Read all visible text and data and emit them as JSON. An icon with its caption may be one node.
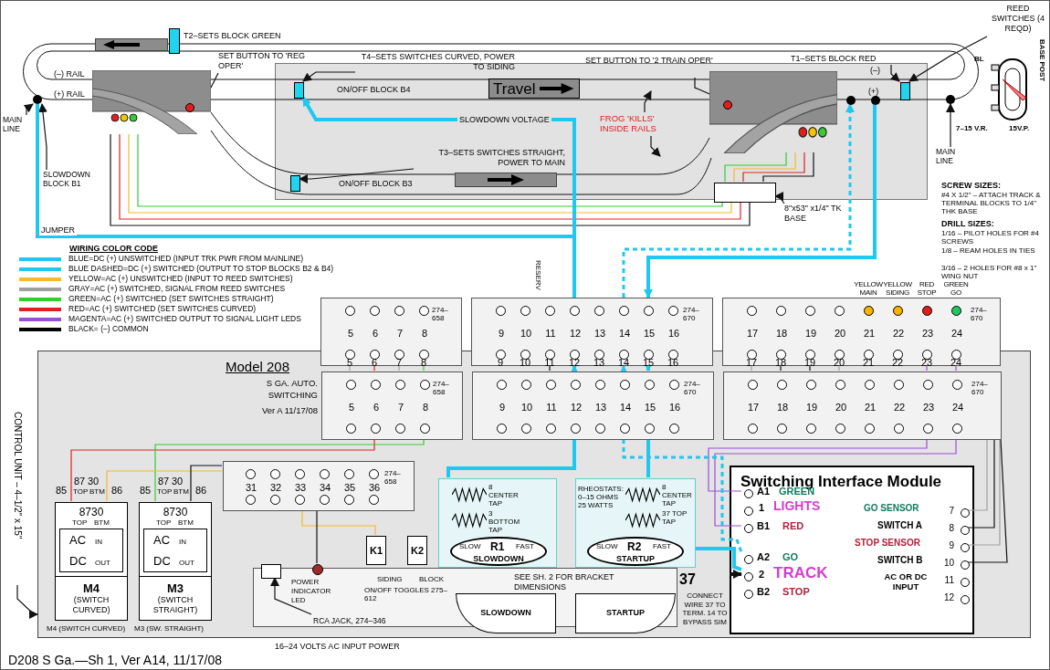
{
  "diagram": {
    "nodes": [
      {
        "text": [],
        "shape": "box"
      },
      {
        "text": [],
        "shape": "box",
        "beside": [
          "T2–SETS BLOCK GREEN"
        ]
      },
      {
        "text": [],
        "shape": "box",
        "in": 0
      },
      {
        "text": [],
        "shape": "box",
        "in": 0
      },
      {
        "text": [],
        "shape": "box",
        "in": 0
      },
      {
        "text": [
          "T4–SETS SWITCHES CURVED, POWER TO SIDING"
        ]
      },
      {
        "text": [
          "T3–SETS SWITCHES STRAIGHT, POWER TO MAIN"
        ],
        "in": 0
      },
      {
        "text": [
          "T1–SETS BLOCK RED"
        ]
      },
      {
        "text": [
          "REED SWITCHES (4 REQD)"
        ]
      },
      {
        "text": [],
        "shape": "picture"
      },
      {
        "text": [],
        "shape": "circle",
        "in": 9
      },
      {
        "text": [
          "SET BUTTON TO 'REG OPER'"
        ]
      },
      {
        "text": [],
        "shape": "picture",
        "in": 0
      },
      {
        "text": [],
        "shape": "circle",
        "in": 12
      },
      {
        "text": [
          "SET BUTTON TO '2 TRAIN OPER'"
        ]
      },
      {
        "text": [
          "FROG 'KILLS' INSIDE RAILS"
        ],
        "in": 0
      },
      {
        "text": [
          "MAIN LINE"
        ]
      },
      {
        "text": [
          "MAIN LINE"
        ]
      },
      {
        "text": [
          "SLOWDOWN BLOCK B1"
        ]
      },
      {
        "text": [
          "BASE POST"
        ],
        "beside": [
          "BL",
          "7–15 V.R.",
          "15V.P."
        ]
      },
      {
        "text": [],
        "shape": "box",
        "in": 0
      },
      {
        "text": [
          "8\"x53\" x1/4\" TK BASE"
        ]
      },
      {
        "text": [
          "Travel"
        ],
        "in": 0
      },
      {
        "text": [
          "5",
          "6",
          "7",
          "8",
          "274–658"
        ]
      },
      {
        "text": [
          "9",
          "10",
          "11",
          "12",
          "13",
          "14",
          "15",
          "16",
          "274–670"
        ]
      },
      {
        "text": [
          "17",
          "18",
          "19",
          "20",
          "21",
          "22",
          "23",
          "24",
          "274–670"
        ],
        "beside": [
          "YELLOW MAIN",
          "YELLOW SIDING",
          "RED STOP",
          "GREEN GO"
        ]
      },
      {
        "text": [
          "Model 208",
          "S GA. AUTO. SWITCHING",
          "Ver A 11/17/08"
        ]
      },
      {
        "text": [
          "CONTROL UNIT – 4–1/2\" x 15\""
        ]
      },
      {
        "text": [
          "5",
          "6",
          "7",
          "8",
          "274–658"
        ],
        "in": 26
      },
      {
        "text": [
          "9",
          "10",
          "11",
          "12",
          "13",
          "14",
          "15",
          "16",
          "274–670"
        ],
        "in": 26
      },
      {
        "text": [
          "17",
          "18",
          "19",
          "20",
          "21",
          "22",
          "23",
          "24",
          "274–670"
        ],
        "in": 26
      },
      {
        "text": [
          "31",
          "32",
          "33",
          "34",
          "35",
          "36",
          "274–658"
        ],
        "in": 26
      },
      {
        "text": [
          "8730",
          "TOP",
          "BTM",
          "AC",
          "IN",
          "DC",
          "OUT",
          "M4",
          "(SWITCH CURVED)"
        ],
        "in": 26,
        "beside": [
          "M4 (SWITCH CURVED)"
        ]
      },
      {
        "text": [
          "8730",
          "TOP",
          "BTM",
          "AC",
          "IN",
          "DC",
          "OUT",
          "M3",
          "(SWITCH STRAIGHT)"
        ],
        "in": 26,
        "beside": [
          "M3 (SW. STRAIGHT)"
        ]
      },
      {
        "text": [
          "SEE SH. 2 FOR BRACKET DIMENSIONS"
        ],
        "in": 26
      },
      {
        "text": [
          "K1"
        ],
        "in": 26
      },
      {
        "text": [
          "K2"
        ],
        "in": 26
      },
      {
        "text": [],
        "shape": "circle",
        "in": 26
      },
      {
        "text": [],
        "shape": "box",
        "in": 26
      },
      {
        "text": [
          "RCA JACK, 274–346"
        ],
        "in": 34
      },
      {
        "text": [
          "8 CENTER TAP",
          "3 BOTTOM TAP",
          "SLOW",
          "R1",
          "FAST",
          "SLOWDOWN"
        ],
        "in": 26
      },
      {
        "text": [
          "8 CENTER TAP",
          "37 TOP TAP",
          "SLOW",
          "R2",
          "FAST",
          "STARTUP",
          "RHEOSTATS: 0–15 OHMS 25 WATTS"
        ],
        "in": 26
      },
      {
        "text": [
          "SLOWDOWN"
        ],
        "in": 26
      },
      {
        "text": [
          "STARTUP"
        ],
        "in": 26
      },
      {
        "text": [
          "37",
          "CONNECT WIRE 37 TO TERM. 14 TO BYPASS SIM"
        ],
        "in": 26
      },
      {
        "text": [
          "Switching Interface Module"
        ],
        "in": 26
      },
      {
        "text": [],
        "shape": "circle",
        "in": 45
      },
      {
        "text": [],
        "shape": "circle",
        "in": 45
      },
      {
        "text": [],
        "shape": "circle",
        "in": 45
      },
      {
        "text": [],
        "shape": "circle",
        "in": 45
      },
      {
        "text": [],
        "shape": "circle",
        "in": 45
      },
      {
        "text": [],
        "shape": "circle",
        "in": 45
      },
      {
        "text": [],
        "shape": "circle",
        "in": 45
      },
      {
        "text": [],
        "shape": "circle",
        "in": 45
      },
      {
        "text": [],
        "shape": "circle",
        "in": 45
      },
      {
        "text": [],
        "shape": "circle",
        "in": 45
      },
      {
        "text": [],
        "shape": "circle",
        "in": 45
      },
      {
        "text": [],
        "shape": "circle",
        "in": 45
      },
      {
        "text": [],
        "shape": "circle"
      },
      {
        "text": [],
        "shape": "circle",
        "in": 0
      },
      {
        "text": [],
        "shape": "circle",
        "in": 0
      },
      {
        "text": [],
        "shape": "circle"
      }
    ],
    "edges": [
      {
        "from": 5,
        "to": 2,
        "arrow": "to"
      },
      {
        "from": 6,
        "to": 3,
        "arrow": "to"
      },
      {
        "from": 7,
        "to": 4,
        "arrow": "to"
      },
      {
        "from": 8,
        "to": 4,
        "arrow": "to"
      },
      {
        "from": 11,
        "to": 10,
        "arrow": "to"
      },
      {
        "from": 14,
        "to": 13,
        "arrow": "to"
      },
      {
        "from": 15,
        "to": null,
        "arrow": "to"
      },
      {
        "from": 15,
        "to": null,
        "arrow": "to"
      },
      {
        "from": 16,
        "to": 58,
        "arrow": "to"
      },
      {
        "from": 17,
        "to": 61,
        "arrow": "to"
      },
      {
        "from": 18,
        "to": 58,
        "arrow": "to"
      },
      {
        "from": 21,
        "to": 20,
        "arrow": "to"
      },
      {
        "from": 27,
        "to": 26,
        "arrow": "to"
      },
      {
        "from": 39,
        "to": 38,
        "arrow": "to"
      },
      {
        "from": 9,
        "to": 20,
        "arrow": "none",
        "color": "#33cc33"
      },
      {
        "from": 9,
        "to": 20,
        "arrow": "none",
        "color": "#f5b82e"
      },
      {
        "from": 9,
        "to": 20,
        "arrow": "none",
        "color": "#e02020"
      },
      {
        "from": 9,
        "to": 20,
        "arrow": "none"
      },
      {
        "from": 12,
        "to": 20,
        "arrow": "none",
        "color": "#33cc33"
      },
      {
        "from": 12,
        "to": 20,
        "arrow": "none",
        "color": "#f5b82e"
      },
      {
        "from": 12,
        "to": 20,
        "arrow": "none",
        "color": "#e02020"
      },
      {
        "from": 12,
        "to": 20,
        "arrow": "none"
      },
      {
        "from": 23,
        "to": 28,
        "arrow": "none",
        "color": "#a0a0a0"
      },
      {
        "from": 23,
        "to": 28,
        "arrow": "none",
        "color": "#e02020"
      },
      {
        "from": 23,
        "to": 28,
        "arrow": "none",
        "color": "#a0a0a0"
      },
      {
        "from": 23,
        "to": 28,
        "arrow": "none",
        "color": "#33cc33"
      },
      {
        "from": 29,
        "to": 24,
        "arrow": "to",
        "style": "thick",
        "color": "#1ec8f0"
      },
      {
        "from": 29,
        "to": 24,
        "arrow": "to",
        "style": "dashed",
        "color": "#1ec8f0"
      },
      {
        "from": 24,
        "to": 29,
        "arrow": "to",
        "style": "thick",
        "color": "#1ec8f0"
      },
      {
        "from": 24,
        "to": 29,
        "arrow": "none"
      },
      {
        "from": 25,
        "to": 30,
        "arrow": "none",
        "color": "#a0a0a0"
      },
      {
        "from": 25,
        "to": 30,
        "arrow": "none"
      },
      {
        "from": 25,
        "to": 30,
        "arrow": "none"
      },
      {
        "from": 25,
        "to": 30,
        "arrow": "none",
        "color": "#a0a0a0"
      },
      {
        "from": 25,
        "to": 30,
        "arrow": "none",
        "color": "#9b4fd6"
      },
      {
        "from": 25,
        "to": 30,
        "arrow": "none",
        "color": "#9b4fd6"
      },
      {
        "from": 30,
        "to": 46,
        "arrow": "none",
        "color": "#9b4fd6"
      },
      {
        "from": 30,
        "to": 48,
        "arrow": "none",
        "color": "#9b4fd6"
      },
      {
        "from": 29,
        "to": 49,
        "arrow": "none",
        "style": "dashed",
        "color": "#1ec8f0"
      },
      {
        "from": 41,
        "to": 50,
        "arrow": "none",
        "style": "thick",
        "color": "#1ec8f0"
      },
      {
        "from": 44,
        "to": 50,
        "arrow": "to",
        "style": "thick"
      },
      {
        "from": 28,
        "to": 32,
        "arrow": "none",
        "color": "#e02020"
      },
      {
        "from": 28,
        "to": 33,
        "arrow": "none",
        "color": "#33cc33"
      },
      {
        "from": 31,
        "to": 32,
        "arrow": "none",
        "color": "#f5b82e"
      },
      {
        "from": 31,
        "to": 33,
        "arrow": "none"
      },
      {
        "from": 29,
        "to": 40,
        "arrow": "none",
        "style": "thick",
        "color": "#1ec8f0"
      },
      {
        "from": 29,
        "to": 41,
        "arrow": "none",
        "style": "thick",
        "color": "#1ec8f0"
      },
      {
        "from": 31,
        "to": 35,
        "arrow": "none",
        "color": "#f5b82e"
      },
      {
        "from": 31,
        "to": 37,
        "arrow": "none"
      },
      {
        "from": 30,
        "to": 52,
        "arrow": "none",
        "color": "#a0a0a0"
      },
      {
        "from": 30,
        "to": 53,
        "arrow": "none"
      },
      {
        "from": 30,
        "to": 54,
        "arrow": "none",
        "color": "#a0a0a0"
      },
      {
        "from": 30,
        "to": 55,
        "arrow": "none"
      },
      {
        "from": 58,
        "to": 24,
        "arrow": "none",
        "label": "JUMPER",
        "style": "thick",
        "color": "#1ec8f0"
      },
      {
        "from": 24,
        "to": 2,
        "arrow": "to",
        "label": "SLOWDOWN VOLTAGE",
        "style": "thick",
        "color": "#1ec8f0"
      },
      {
        "from": 24,
        "to": 59,
        "arrow": "to",
        "style": "dashed",
        "color": "#1ec8f0"
      },
      {
        "from": 60,
        "to": 24,
        "arrow": "to",
        "style": "thick",
        "color": "#1ec8f0"
      }
    ],
    "labels": [
      "(–) RAIL",
      "(+) RAIL",
      "ON/OFF BLOCK B4",
      "ON/OFF BLOCK B3",
      "(–)",
      "(+)",
      "RESERV",
      "WIRING COLOR CODE",
      "SCREW SIZES:",
      "#4 X 1/2\" – ATTACH TRACK & TERMINAL BLOCKS TO 1/4\" THK BASE",
      "DRILL SIZES:",
      "1/16 – PILOT HOLES FOR #4 SCREWS",
      "1/8 – REAM HOLES IN TIES",
      "3/16 – 2 HOLES FOR #8 x 1\" WING NUT",
      "5",
      "6",
      "7",
      "8",
      "9",
      "10",
      "11",
      "12",
      "13",
      "14",
      "15",
      "16",
      "17",
      "18",
      "19",
      "20",
      "21",
      "22",
      "23",
      "24",
      "85",
      "87",
      "TOP",
      "30",
      "BTM",
      "86",
      "85",
      "87",
      "TOP",
      "30",
      "BTM",
      "86",
      "POWER INDICATOR LED",
      "SIDING",
      "BLOCK",
      "ON/OFF TOGGLES 275–612",
      "A1",
      "GREEN",
      "1",
      "LIGHTS",
      "B1",
      "RED",
      "A2",
      "GO",
      "2",
      "TRACK",
      "B2",
      "STOP",
      "GO SENSOR",
      "SWITCH A",
      "STOP SENSOR",
      "SWITCH B",
      "AC OR DC INPUT",
      "7",
      "8",
      "9",
      "10",
      "11",
      "12",
      "D208 S Ga.—Sh 1, Ver A14, 11/17/08",
      "16–24 VOLTS AC INPUT POWER"
    ],
    "legend": [
      {
        "text": "BLUE=DC (+) UNSWITCHED (INPUT TRK PWR FROM MAINLINE)",
        "color": "#1ec8f0"
      },
      {
        "text": "BLUE DASHED=DC (+) SWITCHED (OUTPUT TO STOP BLOCKS B2 & B4)",
        "color": "#1ec8f0"
      },
      {
        "text": "YELLOW=AC (+) UNSWITCHED (INPUT TO REED SWITCHES)",
        "color": "#f5b82e"
      },
      {
        "text": "GRAY=AC (+) SWITCHED, SIGNAL FROM REED SWITCHES",
        "color": "#a0a0a0"
      },
      {
        "text": "GREEN=AC (+) SWITCHED  (SET SWITCHES STRAIGHT)",
        "color": "#33cc33"
      },
      {
        "text": "RED=AC (+) SWITCHED  (SET SWITCHES CURVED)",
        "color": "#e02020"
      },
      {
        "text": "MAGENTA=AC (+) SWITCHED OUTPUT TO SIGNAL LIGHT LEDS",
        "color": "#9b4fd6"
      },
      {
        "text": "BLACK= (–) COMMON",
        "color": "#000000"
      }
    ]
  }
}
